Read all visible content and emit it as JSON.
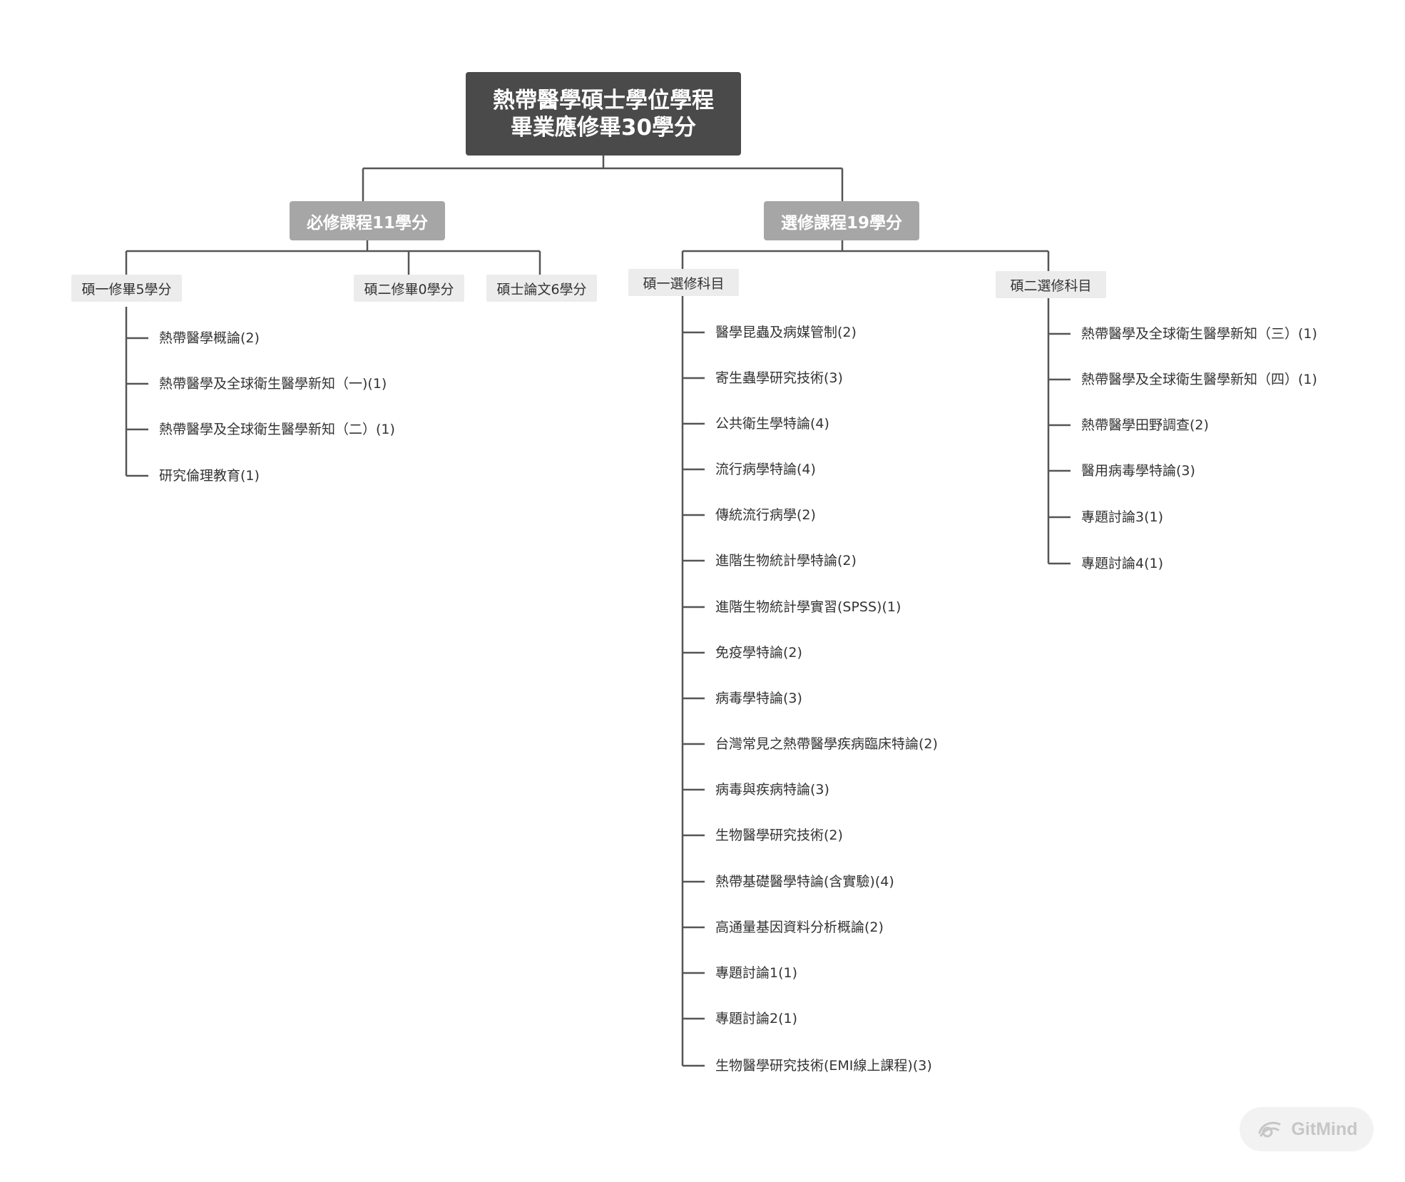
{
  "root": {
    "line1": "熱帶醫學碩士學位學程",
    "line2": "畢業應修畢30學分"
  },
  "required": {
    "label": "必修課程11學分",
    "year1": {
      "label": "碩一修畢5學分",
      "courses": [
        "熱帶醫學概論(2)",
        "熱帶醫學及全球衛生醫學新知（一)(1)",
        "熱帶醫學及全球衛生醫學新知（二）(1)",
        "研究倫理教育(1)"
      ]
    },
    "year2": {
      "label": "碩二修畢0學分"
    },
    "thesis": {
      "label": "碩士論文6學分"
    }
  },
  "elective": {
    "label": "選修課程19學分",
    "year1": {
      "label": "碩一選修科目",
      "courses": [
        "醫學昆蟲及病媒管制(2)",
        "寄生蟲學研究技術(3)",
        "公共衛生學特論(4)",
        "流行病學特論(4)",
        "傳統流行病學(2)",
        "進階生物統計學特論(2)",
        "進階生物統計學實習(SPSS)(1)",
        "免疫學特論(2)",
        "病毒學特論(3)",
        "台灣常見之熱帶醫學疾病臨床特論(2)",
        "病毒與疾病特論(3)",
        "生物醫學研究技術(2)",
        "熱帶基礎醫學特論(含實驗)(4)",
        "高通量基因資料分析概論(2)",
        "專題討論1(1)",
        "專題討論2(1)",
        "生物醫學研究技術(EMI線上課程)(3)"
      ]
    },
    "year2": {
      "label": "碩二選修科目",
      "courses": [
        "熱帶醫學及全球衛生醫學新知（三）(1)",
        "熱帶醫學及全球衛生醫學新知（四）(1)",
        "熱帶醫學田野調查(2)",
        "醫用病毒學特論(3)",
        "專題討論3(1)",
        "專題討論4(1)"
      ]
    }
  },
  "watermark": {
    "text": "GitMind",
    "icon": "gitmind-logo-icon"
  },
  "colors": {
    "line": "#555555",
    "root_bg": "#4a4a4a",
    "branch_bg": "#a6a6a6",
    "sub_bg": "#ececec"
  }
}
